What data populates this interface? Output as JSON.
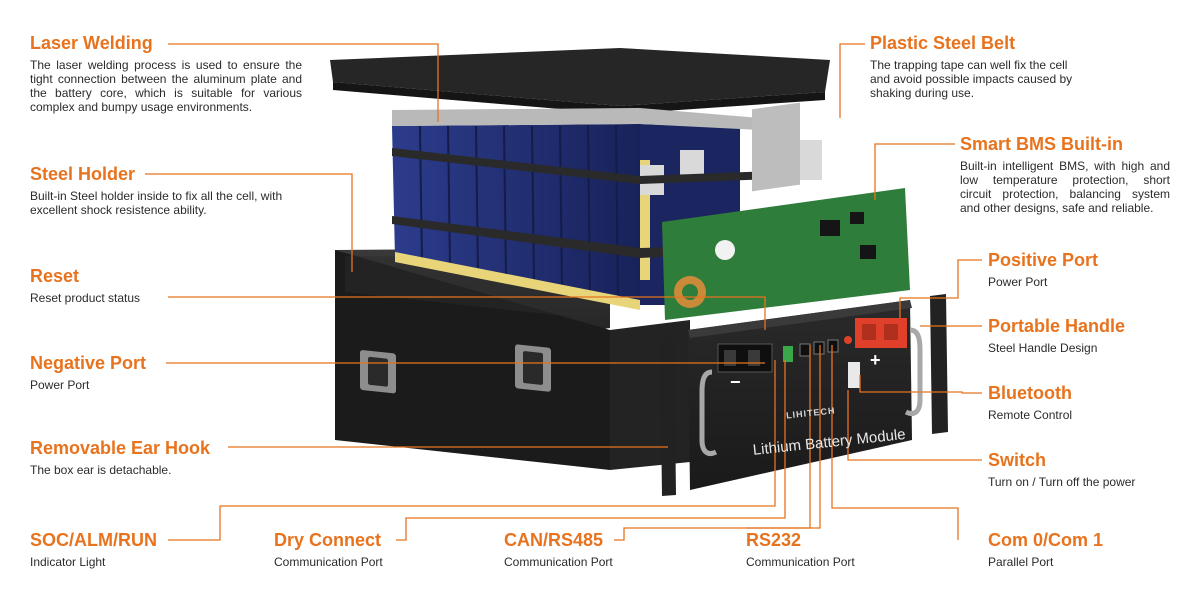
{
  "callouts": {
    "laser_welding": {
      "title": "Laser Welding",
      "desc": "The laser welding process is used to ensure the tight connection between the aluminum plate and the battery core, which is suitable for various complex and bumpy usage environments."
    },
    "steel_holder": {
      "title": "Steel Holder",
      "desc": "Built-in Steel holder inside to fix all the cell, with excellent shock resistence ability."
    },
    "reset": {
      "title": "Reset",
      "desc": "Reset product status"
    },
    "negative_port": {
      "title": "Negative Port",
      "desc": "Power Port"
    },
    "removable_ear_hook": {
      "title": "Removable Ear Hook",
      "desc": "The box ear is detachable."
    },
    "soc_alm_run": {
      "title": "SOC/ALM/RUN",
      "desc": "Indicator Light"
    },
    "dry_connect": {
      "title": "Dry Connect",
      "desc": "Communication Port"
    },
    "can_rs485": {
      "title": "CAN/RS485",
      "desc": "Communication Port"
    },
    "rs232": {
      "title": "RS232",
      "desc": "Communication Port"
    },
    "com": {
      "title": "Com 0/Com 1",
      "desc": "Parallel Port"
    },
    "plastic_steel_belt": {
      "title": "Plastic Steel Belt",
      "desc": "The trapping tape can well fix the cell and avoid possible impacts caused by shaking during use."
    },
    "smart_bms": {
      "title": "Smart BMS Built-in",
      "desc": "Built-in intelligent BMS, with high and low temperature protection, short circuit protection, balancing system and other designs, safe and reliable."
    },
    "positive_port": {
      "title": "Positive Port",
      "desc": "Power Port"
    },
    "portable_handle": {
      "title": "Portable Handle",
      "desc": "Steel Handle Design"
    },
    "bluetooth": {
      "title": "Bluetooth",
      "desc": "Remote Control"
    },
    "switch": {
      "title": "Switch",
      "desc": "Turn on / Turn off the power"
    }
  },
  "product": {
    "front_label": "Lithium Battery Module",
    "brand": "LIHITECH",
    "plus_sign": "+",
    "minus_sign": "−"
  },
  "colors": {
    "accent": "#e8731e",
    "text": "#2b2b2b",
    "case": "#1d1d1d",
    "cells": "#1f2d6e",
    "pcb": "#2f7d3a",
    "terminal_red": "#e0402a"
  }
}
